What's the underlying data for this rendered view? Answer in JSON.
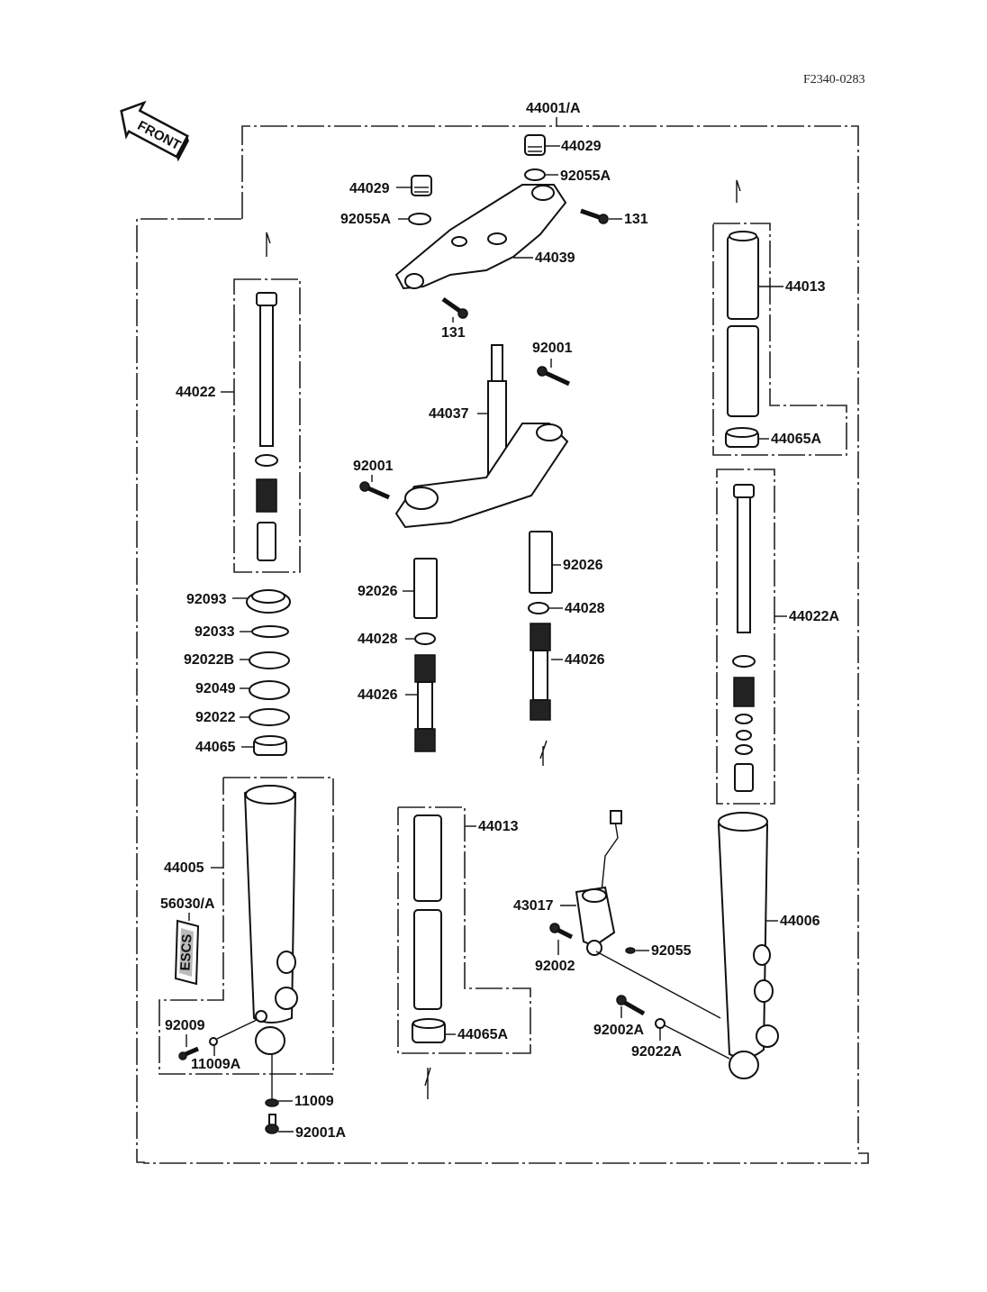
{
  "diagram": {
    "reference_code": "F2340-0283",
    "front_arrow_label": "FRONT",
    "decal_text": "ESCS",
    "labels": {
      "assembly": "44001/A",
      "cap_right": "44029",
      "cap_left": "44029",
      "oring_right": "92055A",
      "oring_left": "92055A",
      "bolt_upper_right": "131",
      "upper_bracket": "44039",
      "bolt_upper_lower": "131",
      "bolt_stem_right": "92001",
      "stem": "44037",
      "bolt_stem_left": "92001",
      "inner_tube_right": "44013",
      "guide_right": "44065A",
      "cylinder_left": "44022",
      "seal": "92093",
      "circlip": "92033",
      "washer_b": "92022B",
      "seal_49": "92049",
      "washer": "92022",
      "guide_left": "44065",
      "collar_left": "92026",
      "collar_right": "92026",
      "seat_right": "44028",
      "seat_left": "44028",
      "spring_right": "44026",
      "spring_left": "44026",
      "cylinder_right": "44022A",
      "inner_tube_bottom": "44013",
      "outer_tube_left": "44005",
      "decal": "56030/A",
      "valve": "43017",
      "outer_tube_right": "44006",
      "gasket": "92055",
      "bolt_valve": "92002",
      "bolt_axle_left": "92009",
      "washer_axle": "11009A",
      "bolt_valve_a": "92002A",
      "washer_valve": "92022A",
      "guide_bottom": "44065A",
      "washer_bottom": "11009",
      "bolt_bottom": "92001A"
    }
  }
}
